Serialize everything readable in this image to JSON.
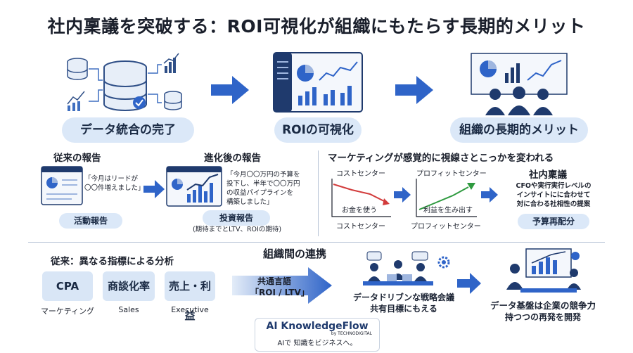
{
  "title": "社内稟議を突破する：ROI可視化が組織にもたらす長期的メリット",
  "top": {
    "step1": "データ統合の完了",
    "step2": "ROIの可視化",
    "step3": "組織の長期的メリット"
  },
  "mid_left": {
    "before_title": "従来の報告",
    "before_quote": "「今月はリードが\n〇〇件増えました」",
    "before_label": "活動報告",
    "after_title": "進化後の報告",
    "after_quote": "「今月〇〇万円の予算を\n投下し、半年で〇〇万円\nの収益パイプラインを\n構築しました」",
    "after_label": "投資報告",
    "after_sub": "(期待までとLTV、ROIの期待)"
  },
  "mid_right": {
    "heading": "マーケティングが感覚的に視線さとこっかを変われる",
    "cost_center_top": "コストセンター",
    "cost_center_inner": "お金を使う",
    "cost_center_bottom": "コストセンター",
    "profit_center_top": "プロフィットセンター",
    "profit_center_inner": "利益を生み出す",
    "profit_center_bottom": "プロフィットセンター",
    "approval_title": "社内稟議",
    "approval_text": "CFOや実行実行レベルの\nインサイトにに合わせて\n対に合わる社相性の提案",
    "approval_label": "予算再配分"
  },
  "bottom": {
    "left_heading": "従来：異なる指標による分析",
    "metrics": [
      {
        "name": "CPA",
        "dept": "マーケティング"
      },
      {
        "name": "商談化率",
        "dept": "Sales"
      },
      {
        "name": "売上・利益",
        "dept": "Executive"
      }
    ],
    "center_heading": "組織間の連携",
    "common_language_1": "共通言語",
    "common_language_2": "「ROI / LTV」",
    "meeting_1": "データドリブンな戦略会議",
    "meeting_2": "共有目標にもえる",
    "result_1": "データ基盤は企業の競争力",
    "result_2": "持つつの再発を開発"
  },
  "logo": {
    "name": "AI KnowledgeFlow",
    "by": "by TECHNODIGITAL",
    "tagline": "AIで 知識をビジネスへ。"
  },
  "colors": {
    "accent": "#2f64c8",
    "navy": "#1f3a6d",
    "pill_bg": "#dbe8f8",
    "red_line": "#d23b3b",
    "green_line": "#2e9a3f"
  }
}
